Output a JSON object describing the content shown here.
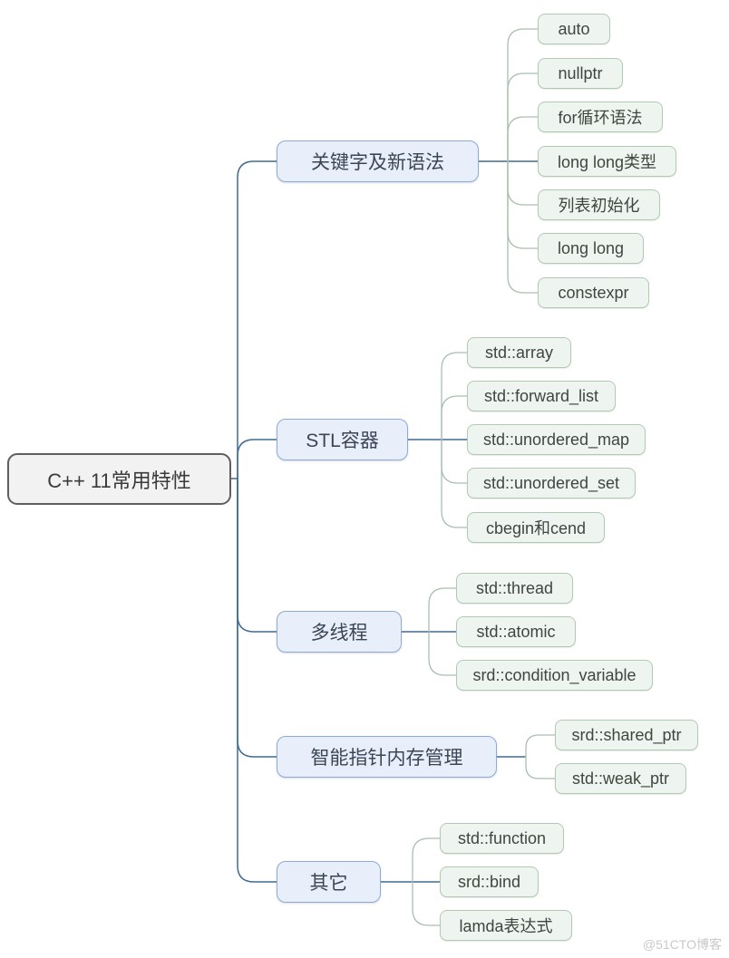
{
  "root": {
    "label": "C++ 11常用特性"
  },
  "branches": [
    {
      "label": "关键字及新语法",
      "children": [
        "auto",
        "nullptr",
        "for循环语法",
        "long long类型",
        "列表初始化",
        "long long",
        "constexpr"
      ]
    },
    {
      "label": "STL容器",
      "children": [
        "std::array",
        "std::forward_list",
        "std::unordered_map",
        "std::unordered_set",
        "cbegin和cend"
      ]
    },
    {
      "label": "多线程",
      "children": [
        "std::thread",
        "std::atomic",
        "srd::condition_variable"
      ]
    },
    {
      "label": "智能指针内存管理",
      "children": [
        "srd::shared_ptr",
        "std::weak_ptr"
      ]
    },
    {
      "label": "其它",
      "children": [
        "std::function",
        "srd::bind",
        "lamda表达式"
      ]
    }
  ],
  "watermark": "@51CTO博客",
  "colors": {
    "root_bg": "#f2f2f2",
    "root_border": "#5f5f5f",
    "branch_bg": "#e9effa",
    "branch_border": "#90abd3",
    "leaf_bg": "#eef4ef",
    "leaf_border": "#b2c9b4",
    "connector_blue": "#3f6a92",
    "connector_green": "#a9bfae"
  }
}
